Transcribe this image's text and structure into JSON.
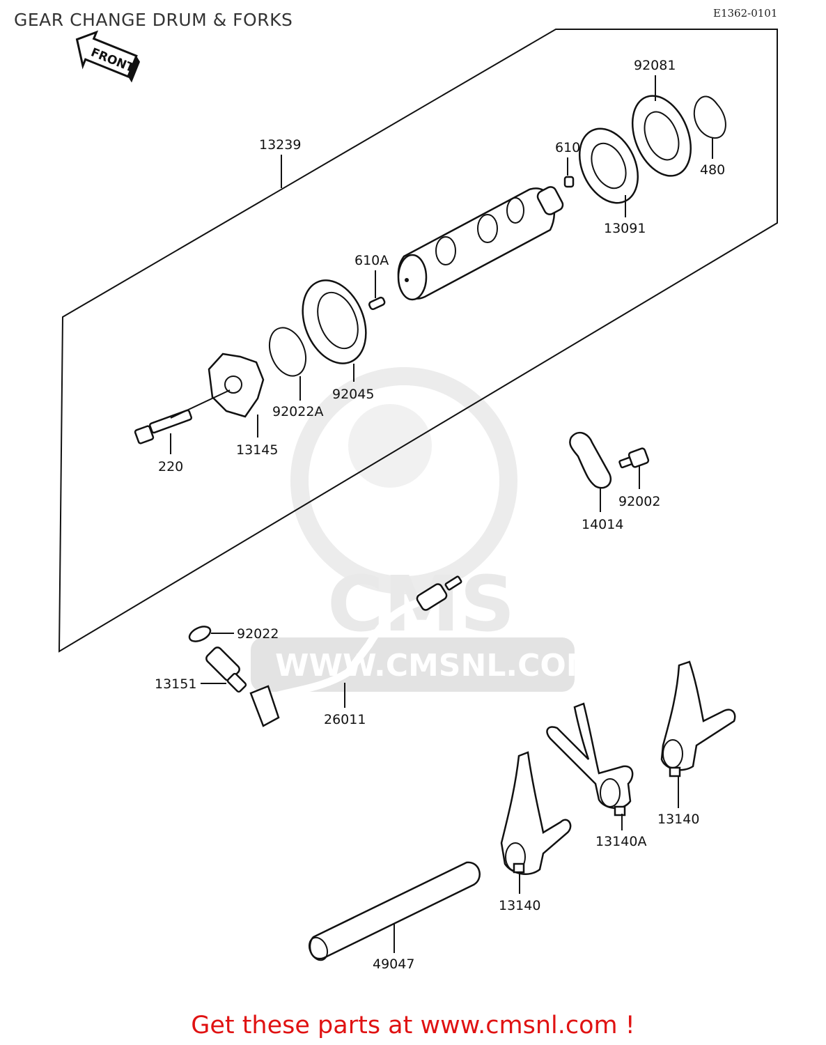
{
  "title": "GEAR CHANGE DRUM & FORKS",
  "diagram_code": "E1362-0101",
  "front_label": "FRONT",
  "watermark": {
    "logo": "CMS",
    "url": "WWW.CMSNL.COM"
  },
  "footer": "Get these parts at www.cmsnl.com !",
  "parts": [
    {
      "id": "92081",
      "label": "92081"
    },
    {
      "id": "480",
      "label": "480"
    },
    {
      "id": "13239",
      "label": "13239"
    },
    {
      "id": "610",
      "label": "610"
    },
    {
      "id": "13091",
      "label": "13091"
    },
    {
      "id": "610A",
      "label": "610A"
    },
    {
      "id": "92045",
      "label": "92045"
    },
    {
      "id": "92022A",
      "label": "92022A"
    },
    {
      "id": "13145",
      "label": "13145"
    },
    {
      "id": "220",
      "label": "220"
    },
    {
      "id": "14014",
      "label": "14014"
    },
    {
      "id": "92002",
      "label": "92002"
    },
    {
      "id": "92022",
      "label": "92022"
    },
    {
      "id": "13151",
      "label": "13151"
    },
    {
      "id": "26011",
      "label": "26011"
    },
    {
      "id": "13140A",
      "label": "13140A"
    },
    {
      "id": "13140_right",
      "label": "13140"
    },
    {
      "id": "13140_left",
      "label": "13140"
    },
    {
      "id": "49047",
      "label": "49047"
    }
  ],
  "colors": {
    "footer": "#e01212",
    "watermark": "#e9e9e9",
    "line": "#111111"
  }
}
